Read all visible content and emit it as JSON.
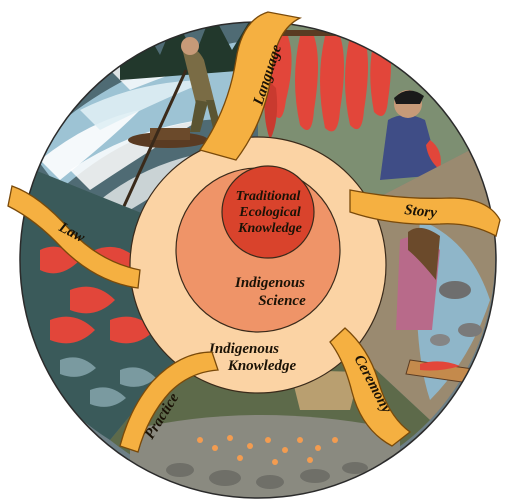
{
  "rings": {
    "outer": "Indigenous Knowledge",
    "middle_line1": "Indigenous",
    "middle_line2": "Science",
    "inner_line1": "Traditional",
    "inner_line2": "Ecological",
    "inner_line3": "Knowledge"
  },
  "ribbons": [
    "Language",
    "Story",
    "Ceremony",
    "Practice",
    "Law"
  ],
  "colors": {
    "ribbon": "#f5b041",
    "ribbon_edge": "#7a4a0a",
    "outer_core": "#fbd3a4",
    "middle_core": "#ef9468",
    "inner_core": "#d9432c",
    "salmon": "#e2463a",
    "water": "#8fb6c9"
  }
}
